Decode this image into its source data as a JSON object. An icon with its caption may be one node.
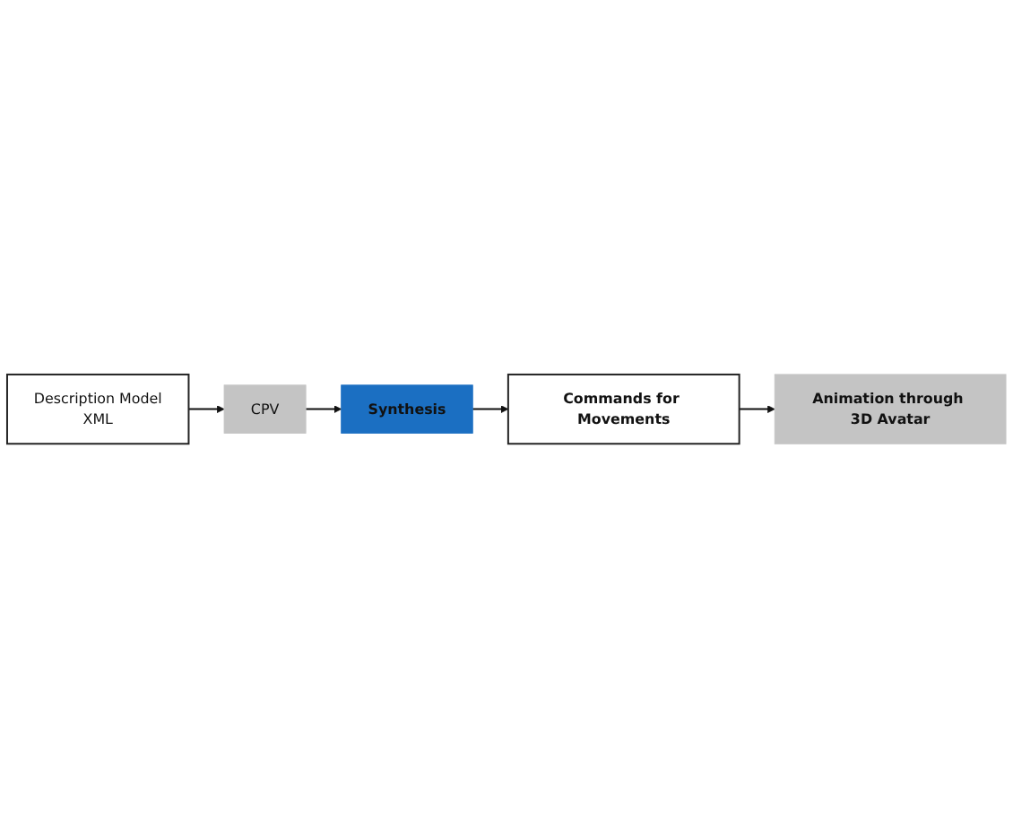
{
  "diagram": {
    "nodes": [
      {
        "text": [
          "Description Model",
          "XML"
        ]
      },
      {
        "text": [
          "CPV"
        ]
      },
      {
        "text": [
          "Synthesis"
        ]
      },
      {
        "text": [
          "Commands for Movements"
        ]
      },
      {
        "text": [
          "Animation through 3D Avatar"
        ]
      }
    ],
    "edges": [
      {
        "from": 0,
        "to": 1,
        "arrow": "to"
      },
      {
        "from": 1,
        "to": 2,
        "arrow": "to"
      },
      {
        "from": 2,
        "to": 3,
        "arrow": "to"
      },
      {
        "from": 3,
        "to": 4,
        "arrow": "to"
      }
    ]
  }
}
